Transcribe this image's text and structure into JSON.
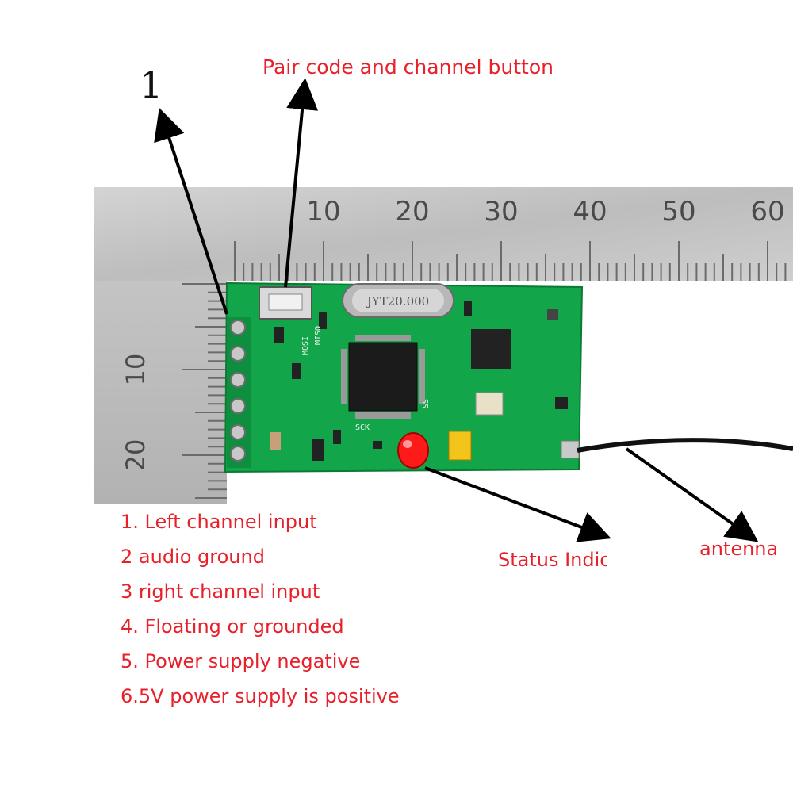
{
  "labels": {
    "top_button": "Pair code and channel button",
    "marker_one": "1",
    "status": "Status Indic",
    "antenna": "antenna"
  },
  "pins": [
    "1. Left channel input",
    "2 audio ground",
    "3 right channel input",
    "4. Floating or grounded",
    "5. Power supply negative",
    "6.5V power supply is positive"
  ],
  "ruler": {
    "horizontal": [
      "10",
      "20",
      "30",
      "40",
      "50",
      "60"
    ],
    "vertical": [
      "10",
      "20"
    ]
  },
  "board": {
    "crystal_marking": "JYT20.000",
    "silkscreen": [
      "MISO",
      "MOSI",
      "SCK",
      "SS"
    ]
  },
  "colors": {
    "label_red": "#e8202a",
    "pcb_green": "#12a54a",
    "ruler_gray": "#c9c9c9",
    "led_red": "#ff1a1a"
  }
}
